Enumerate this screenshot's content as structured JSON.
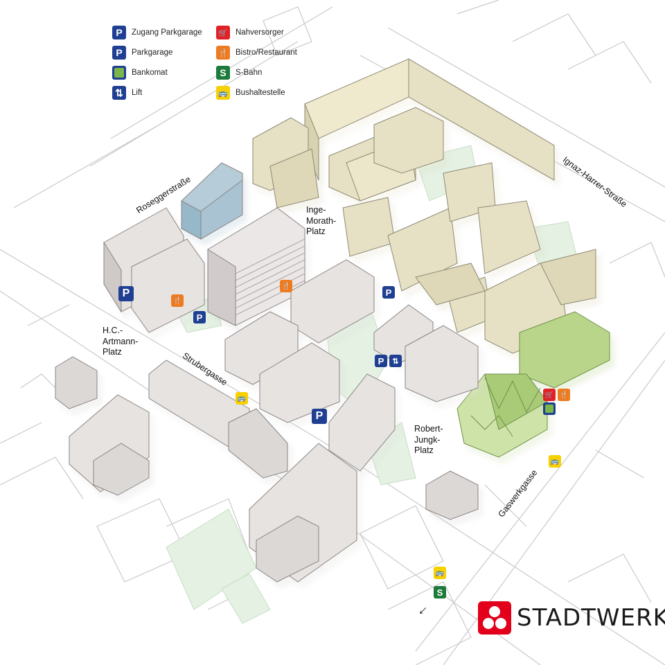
{
  "legend": [
    {
      "label": "Zugang Parkgarage",
      "icon": "parking-access-icon",
      "glyph": "P"
    },
    {
      "label": "Parkgarage",
      "icon": "parking-icon",
      "glyph": "P"
    },
    {
      "label": "Bankomat",
      "icon": "atm-icon",
      "glyph": ""
    },
    {
      "label": "Lift",
      "icon": "lift-icon",
      "glyph": "⇅"
    },
    {
      "label": "Nahversorger",
      "icon": "shopping-cart-icon",
      "glyph": "🛒"
    },
    {
      "label": "Bistro/Restaurant",
      "icon": "restaurant-icon",
      "glyph": "🍴"
    },
    {
      "label": "S-Bahn",
      "icon": "s-bahn-icon",
      "glyph": "S"
    },
    {
      "label": "Bushaltestelle",
      "icon": "bus-stop-icon",
      "glyph": "🚌"
    }
  ],
  "places": {
    "inge_morath": "Inge-\nMorath-\nPlatz",
    "hc_artmann": "H.C.-\nArtmann-\nPlatz",
    "robert_jungk": "Robert-\nJungk-\nPlatz"
  },
  "streets": {
    "rosegger": "Roseggerstraße",
    "ignaz_harrer": "Ignaz-Harrer-Straße",
    "struber": "Strubergasse",
    "gaswerk": "Gaswerkgasse"
  },
  "logo": {
    "text": "STADTWERK"
  },
  "colors": {
    "building_grey": "#dcd8d6",
    "building_beige": "#e6e1c4",
    "building_green": "#b8d58a",
    "building_glass": "#97b8c9",
    "brand_red": "#e2001a"
  }
}
